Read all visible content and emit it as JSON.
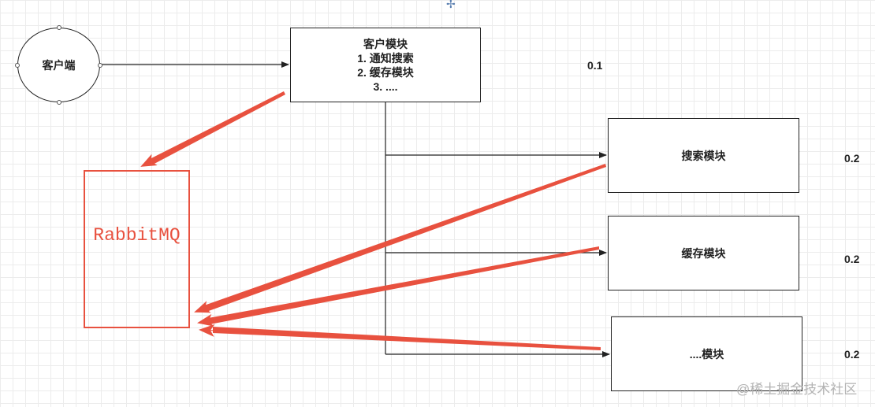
{
  "nodes": {
    "client": "客户端",
    "main_module": {
      "title": "客户模块",
      "items": [
        "1. 通知搜索",
        "2. 缓存模块",
        "3. ...."
      ]
    },
    "search_module": "搜索模块",
    "cache_module": "缓存模块",
    "other_module": "....模块",
    "rabbitmq": "RabbitMQ"
  },
  "versions": {
    "v1": "0.1",
    "v2_search": "0.2",
    "v2_cache": "0.2",
    "v2_other": "0.2"
  },
  "watermark": "@稀土掘金技术社区",
  "colors": {
    "accent": "#e8513f",
    "line": "#222222",
    "grid": "#ececec"
  },
  "icons": {
    "cursor": "move-cursor-icon"
  }
}
